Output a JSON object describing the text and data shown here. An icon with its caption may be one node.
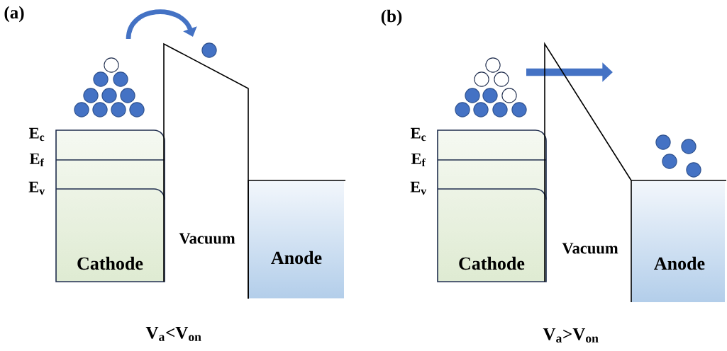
{
  "diagram": {
    "nodes": [
      {
        "text": [
          "Cathode"
        ]
      },
      {
        "text": [
          "Anode"
        ]
      },
      {
        "text": [
          "Cathode"
        ]
      },
      {
        "text": [
          "Anode"
        ]
      }
    ],
    "edges": [
      {
        "from": 0,
        "to": 1,
        "arrow": "none"
      },
      {
        "from": 2,
        "to": 3,
        "arrow": "none"
      }
    ],
    "labels": [
      "(a)",
      "E$_{c}$",
      "E$_{f}$",
      "E$_{v}$",
      "Vacuum",
      "V$_{a}$<V$_{on}$",
      "(b)",
      "E$_{c}$",
      "E$_{f}$",
      "E$_{v}$",
      "Vacuum",
      "V$_{a}$>V$_{on}$"
    ]
  }
}
